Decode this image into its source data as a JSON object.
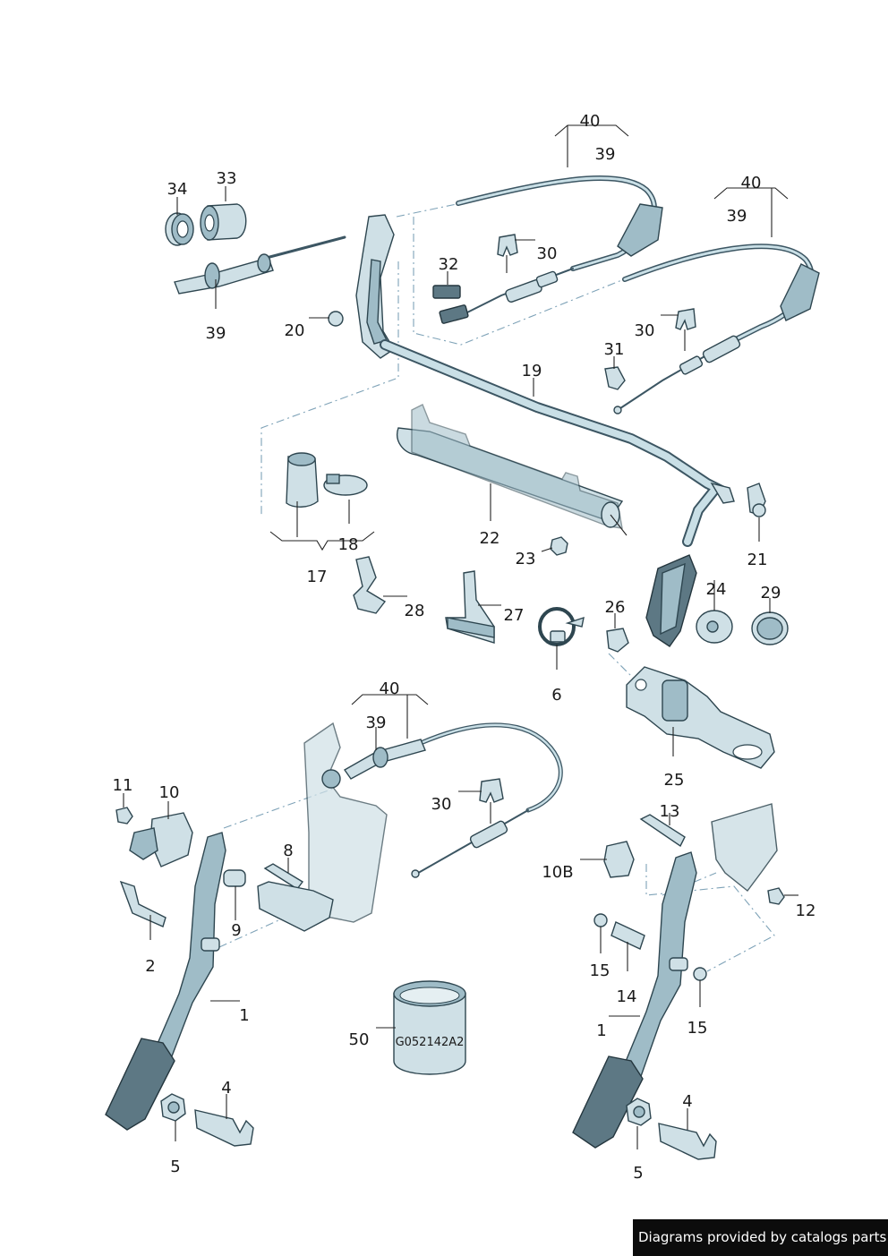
{
  "labels": {
    "l40a": "40",
    "l39a": "39",
    "l40b": "40",
    "l39b": "39",
    "l34": "34",
    "l33": "33",
    "l39c": "39",
    "l32": "32",
    "l30a": "30",
    "l20": "20",
    "l30b": "30",
    "l31": "31",
    "l19": "19",
    "l22": "22",
    "l21": "21",
    "l18": "18",
    "l17": "17",
    "l23": "23",
    "l24": "24",
    "l29": "29",
    "l26": "26",
    "l28": "28",
    "l27": "27",
    "l6": "6",
    "l25": "25",
    "l40c": "40",
    "l39d": "39",
    "l30c": "30",
    "l11": "11",
    "l10": "10",
    "l8": "8",
    "l9": "9",
    "l2": "2",
    "l1a": "1",
    "l4a": "4",
    "l5a": "5",
    "l50": "50",
    "l13": "13",
    "l10b": "10B",
    "l12": "12",
    "l15a": "15",
    "l14": "14",
    "l1b": "1",
    "l15b": "15",
    "l4b": "4",
    "l5b": "5"
  },
  "part50_marking": "G052142A2",
  "footer": {
    "text": "Diagrams provided by catalogs parts"
  },
  "colors": {
    "background": "#ffffff",
    "part_fill": "#cfe0e6",
    "part_outline": "#2e4650",
    "cable": "#3c5663",
    "dashed_guide": "#7fa3b8",
    "footer_bg": "#0c0c0c"
  }
}
